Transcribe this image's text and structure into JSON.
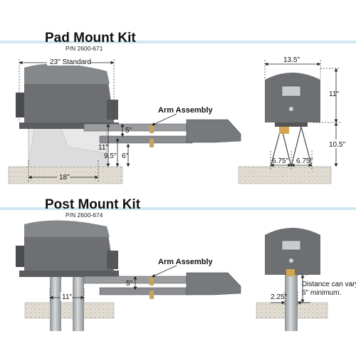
{
  "pad": {
    "title": "Pad Mount Kit",
    "pn": "P/N 2600-671",
    "arm": "Arm Assembly",
    "dims": {
      "standard": "23\" Standard",
      "h11": "11\"",
      "h5": "5\"",
      "h95": "9.5\"",
      "h6": "6\"",
      "w18": "18\"",
      "front_w": "13.5\"",
      "front_h11": "11\"",
      "front_h105": "10.5\"",
      "left675": "6.75\"",
      "right675": "6.75\""
    }
  },
  "post": {
    "title": "Post Mount Kit",
    "pn": "P/N 2600-674",
    "arm": "Arm Assembly",
    "dims": {
      "h5": "5\"",
      "w11": "11\"",
      "w225": "2.25\"",
      "note1": "Distance can vary.",
      "note2": "6\" minimum."
    }
  },
  "colors": {
    "band": "#cfe7f2",
    "body": "#6d6f72",
    "body_dark": "#4a4c4f",
    "body_light": "#8d9093",
    "concrete": "#d9d4c8",
    "post": "#b9bdc0"
  }
}
